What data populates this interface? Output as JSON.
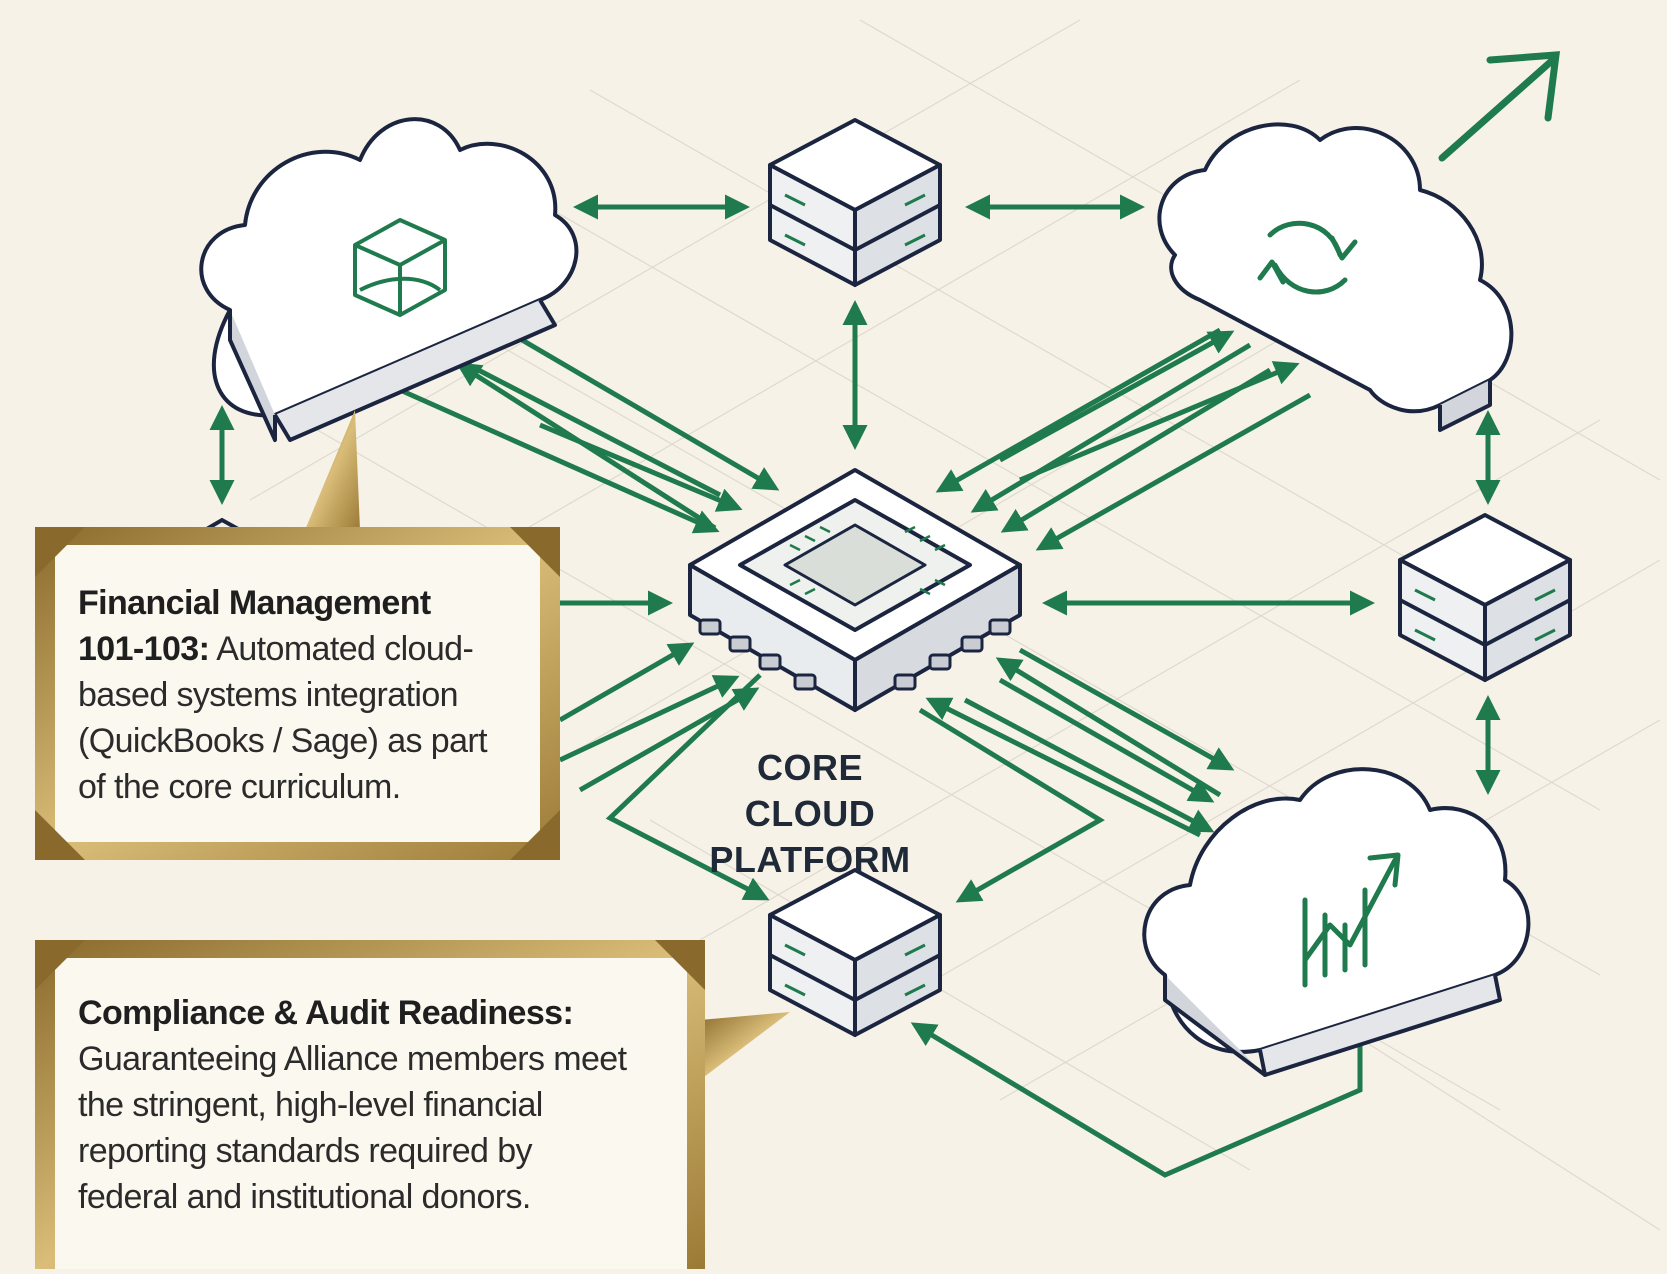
{
  "diagram": {
    "central_node": {
      "label_line1": "CORE CLOUD",
      "label_line2": "PLATFORM",
      "icon": "chip-icon"
    },
    "cloud_nodes": [
      {
        "id": "cloud-top-left",
        "icon": "cube-icon"
      },
      {
        "id": "cloud-top-right",
        "icon": "sync-icon"
      },
      {
        "id": "cloud-bottom-right",
        "icon": "growth-chart-icon"
      }
    ],
    "server_nodes": [
      "server-top",
      "server-right",
      "server-bottom",
      "server-left"
    ],
    "external_arrow": "outbound-arrow-icon",
    "colors": {
      "background": "#f6f2e8",
      "accent_green": "#1f7a4d",
      "outline_navy": "#1c2540",
      "callout_gold": "#b8954a",
      "callout_fill": "#fbf8f0"
    }
  },
  "callouts": [
    {
      "title": "Financial Management 101-103:",
      "title_line1": "Financial Management",
      "title_line2_bold": "101-103:",
      "body_line2_rest": " Automated cloud-",
      "body_lines": [
        "based systems integration",
        "(QuickBooks / Sage) as part",
        "of the core curriculum."
      ]
    },
    {
      "title": "Compliance & Audit Readiness:",
      "body_lines": [
        "Guaranteeing Alliance members meet",
        "the stringent, high-level financial",
        "reporting standards required by",
        "federal and institutional donors."
      ]
    }
  ]
}
